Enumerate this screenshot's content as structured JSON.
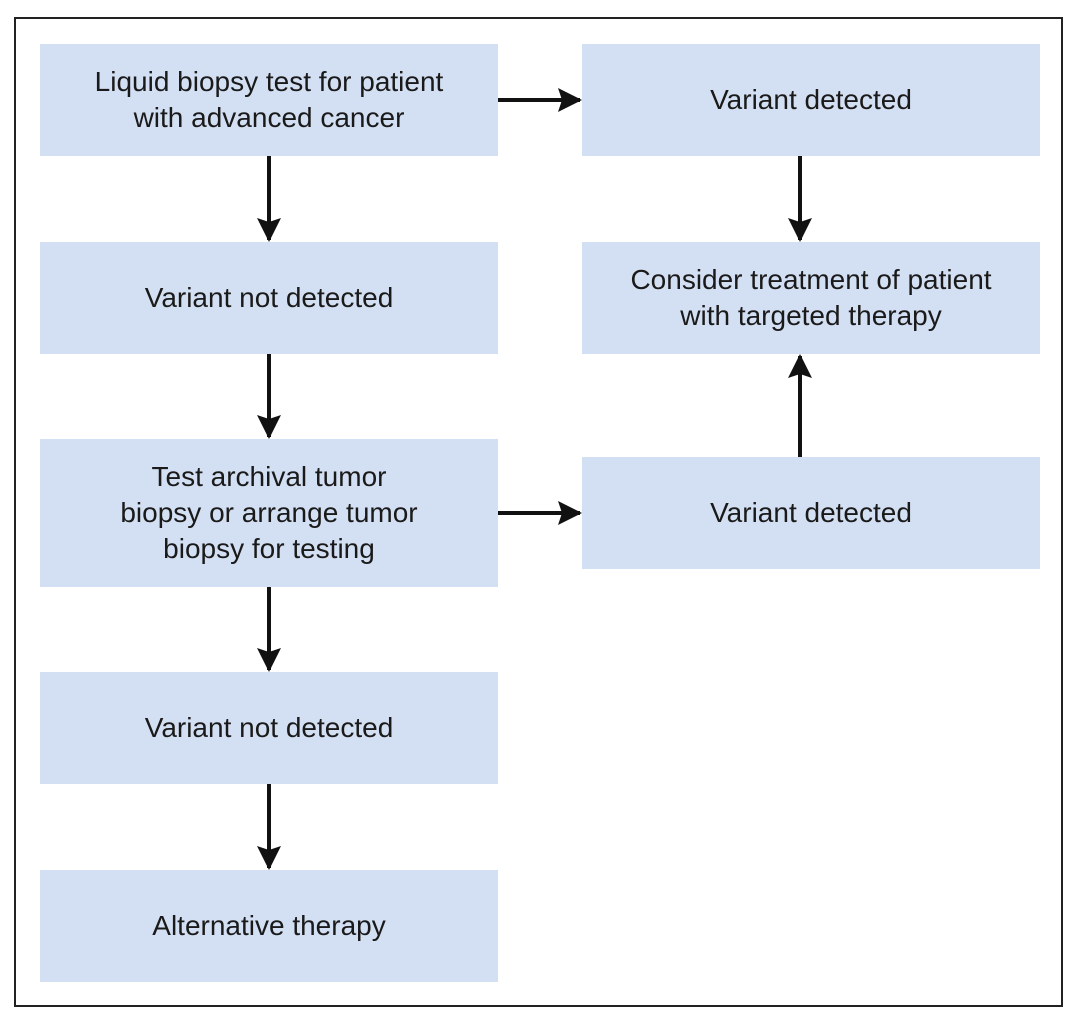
{
  "diagram": {
    "nodes": {
      "liquid_biopsy": "Liquid biopsy test for patient\nwith advanced cancer",
      "variant_not_detected_1": "Variant not detected",
      "test_archival": "Test archival tumor\nbiopsy or arrange tumor\nbiopsy for testing",
      "variant_not_detected_2": "Variant not detected",
      "alternative_therapy": "Alternative therapy",
      "variant_detected_1": "Variant detected",
      "consider_treatment": "Consider treatment of patient\nwith targeted therapy",
      "variant_detected_2": "Variant detected"
    },
    "colors": {
      "box_fill": "#d3dff2",
      "arrow": "#111111",
      "frame": "#222222",
      "text": "#1a1a1a"
    },
    "edges": [
      {
        "from": "liquid_biopsy",
        "to": "variant_detected_1"
      },
      {
        "from": "liquid_biopsy",
        "to": "variant_not_detected_1"
      },
      {
        "from": "variant_detected_1",
        "to": "consider_treatment"
      },
      {
        "from": "variant_not_detected_1",
        "to": "test_archival"
      },
      {
        "from": "test_archival",
        "to": "variant_detected_2"
      },
      {
        "from": "variant_detected_2",
        "to": "consider_treatment"
      },
      {
        "from": "test_archival",
        "to": "variant_not_detected_2"
      },
      {
        "from": "variant_not_detected_2",
        "to": "alternative_therapy"
      }
    ]
  }
}
